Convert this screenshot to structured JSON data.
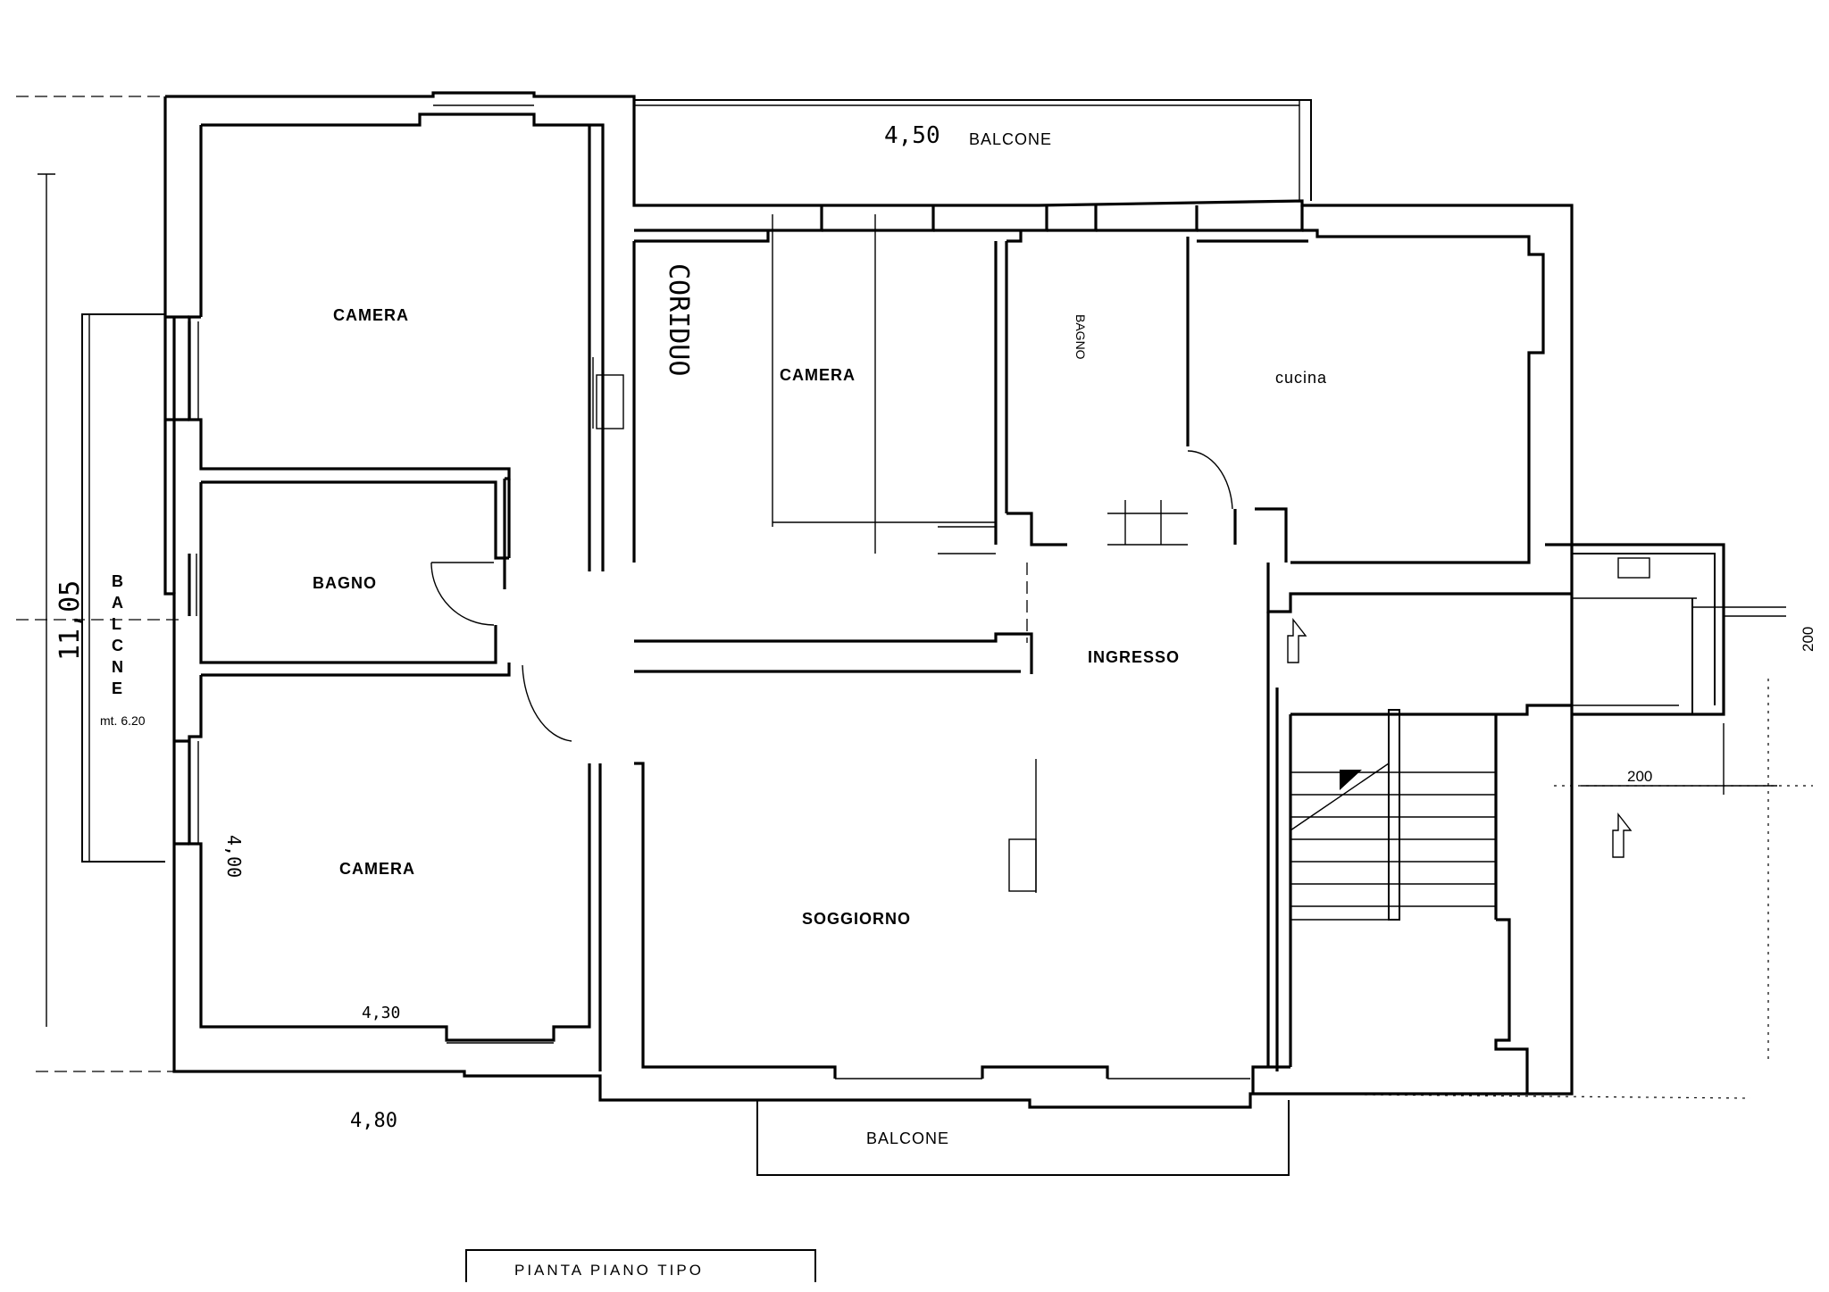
{
  "plan": {
    "title": "PIANTA PIANO TIPO",
    "rooms": {
      "camera_top_left": "CAMERA",
      "camera_bottom_left": "CAMERA",
      "camera_center": "CAMERA",
      "bagno_left": "BAGNO",
      "bagno_center": "BAGNO",
      "cucina": "cucina",
      "ingresso": "INGRESSO",
      "soggiorno": "SOGGIORNO"
    },
    "balconies": {
      "top": "BALCONE",
      "bottom": "BALCONE",
      "left_letters": [
        "B",
        "A",
        "L",
        "C",
        "N",
        "E"
      ],
      "left_length": "mt. 6.20"
    },
    "handwritten": {
      "top_balcony_dim": "4,50",
      "corridor_note": "CORIDUO",
      "left_overall_dim": "11,05",
      "camera_dim": "4,00",
      "bottom_dim": "4,80",
      "camera_bottom_dim": "4,30"
    },
    "dimensions": {
      "vertical_200": "200",
      "horizontal_200": "200"
    }
  }
}
